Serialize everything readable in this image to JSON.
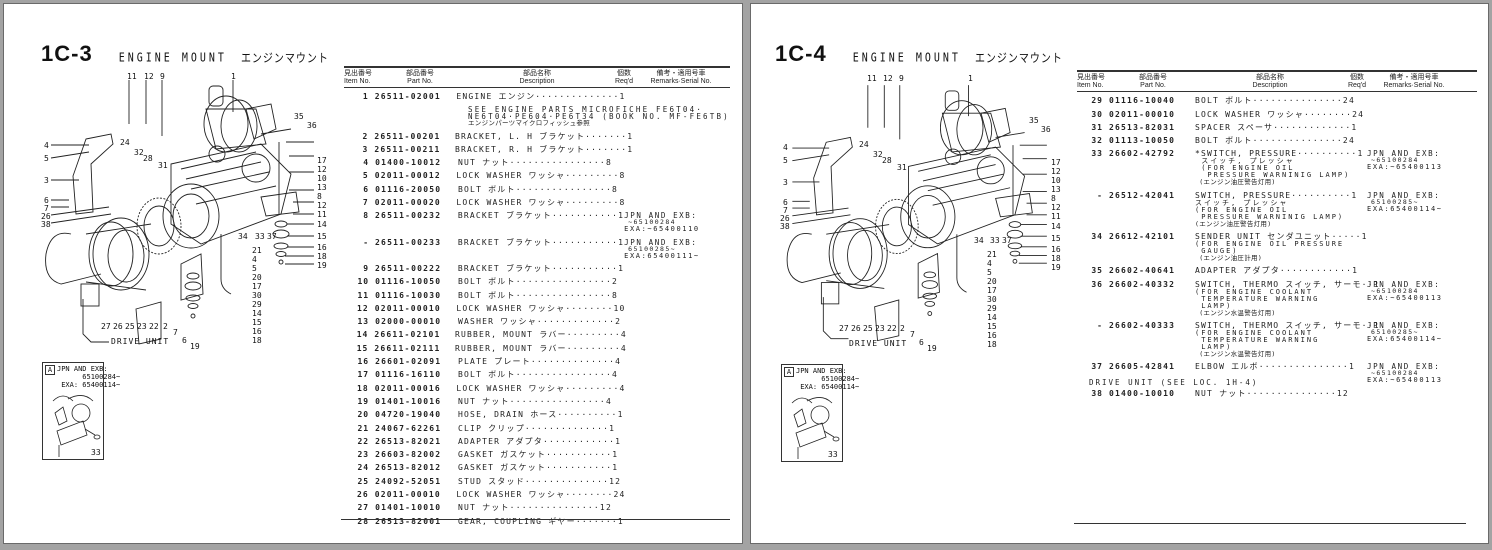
{
  "pages": {
    "left": {
      "section": "1C-3",
      "title": "ENGINE MOUNT",
      "title_jp": "エンジンマウント",
      "header": {
        "item_jp": "見出番号",
        "item": "Item No.",
        "part_jp": "部品番号",
        "part": "Part No.",
        "desc_jp": "部品名称",
        "desc": "Description",
        "req_jp": "個数",
        "req": "Req'd",
        "rem_jp": "備考・適用号車",
        "rem": "Remarks·Serial No."
      },
      "rows": [
        {
          "item": "1",
          "part": "26511-02001",
          "desc": "ENGINE エンジン··············1",
          "remarks": ""
        },
        {
          "item": "2",
          "part": "26511-00201",
          "desc": "BRACKET, L. H ブラケット·······1",
          "remarks": ""
        },
        {
          "item": "3",
          "part": "26511-00211",
          "desc": "BRACKET, R. H ブラケット·······1",
          "remarks": ""
        },
        {
          "item": "4",
          "part": "01400-10012",
          "desc": "NUT ナット················8",
          "remarks": ""
        },
        {
          "item": "5",
          "part": "02011-00012",
          "desc": "LOCK WASHER ワッシャ·········8",
          "remarks": ""
        },
        {
          "item": "6",
          "part": "01116-20050",
          "desc": "BOLT ボルト················8",
          "remarks": ""
        },
        {
          "item": "7",
          "part": "02011-00020",
          "desc": "LOCK WASHER ワッシャ·········8",
          "remarks": ""
        },
        {
          "item": "8",
          "part": "26511-00232",
          "desc": "BRACKET ブラケット···········1",
          "remarks": "JPN AND EXB:",
          "remarks2": "~65100284",
          "remarks3": "EXA:~65400110"
        },
        {
          "item": "-",
          "part": "26511-00233",
          "desc": "BRACKET ブラケット···········1",
          "remarks": "JPN AND EXB:",
          "remarks2": "65100285~",
          "remarks3": "EXA:65400111~"
        },
        {
          "item": "9",
          "part": "26511-00222",
          "desc": "BRACKET ブラケット···········1",
          "remarks": ""
        },
        {
          "item": "10",
          "part": "01116-10050",
          "desc": "BOLT ボルト················2",
          "remarks": ""
        },
        {
          "item": "11",
          "part": "01116-10030",
          "desc": "BOLT ボルト················8",
          "remarks": ""
        },
        {
          "item": "12",
          "part": "02011-00010",
          "desc": "LOCK WASHER ワッシャ········10",
          "remarks": ""
        },
        {
          "item": "13",
          "part": "02000-00010",
          "desc": "WASHER ワッシャ·············2",
          "remarks": ""
        },
        {
          "item": "14",
          "part": "26611-02101",
          "desc": "RUBBER, MOUNT ラバー·········4",
          "remarks": ""
        },
        {
          "item": "15",
          "part": "26611-02111",
          "desc": "RUBBER, MOUNT ラバー·········4",
          "remarks": ""
        },
        {
          "item": "16",
          "part": "26601-02091",
          "desc": "PLATE プレート··············4",
          "remarks": ""
        },
        {
          "item": "17",
          "part": "01116-16110",
          "desc": "BOLT ボルト················4",
          "remarks": ""
        },
        {
          "item": "18",
          "part": "02011-00016",
          "desc": "LOCK WASHER ワッシャ·········4",
          "remarks": ""
        },
        {
          "item": "19",
          "part": "01401-10016",
          "desc": "NUT ナット················4",
          "remarks": ""
        },
        {
          "item": "20",
          "part": "04720-19040",
          "desc": "HOSE, DRAIN ホース··········1",
          "remarks": ""
        },
        {
          "item": "21",
          "part": "24067-62261",
          "desc": "CLIP クリップ··············1",
          "remarks": ""
        },
        {
          "item": "22",
          "part": "26513-82021",
          "desc": "ADAPTER アダプタ············1",
          "remarks": ""
        },
        {
          "item": "23",
          "part": "26603-82002",
          "desc": "GASKET ガスケット···········1",
          "remarks": ""
        },
        {
          "item": "24",
          "part": "26513-82012",
          "desc": "GASKET ガスケット···········1",
          "remarks": ""
        },
        {
          "item": "25",
          "part": "24092-52051",
          "desc": "STUD スタッド··············12",
          "remarks": ""
        },
        {
          "item": "26",
          "part": "02011-00010",
          "desc": "LOCK WASHER ワッシャ········24",
          "remarks": ""
        },
        {
          "item": "27",
          "part": "01401-10010",
          "desc": "NUT ナット···············12",
          "remarks": ""
        },
        {
          "item": "28",
          "part": "26513-82001",
          "desc": "GEAR, COUPLING ギヤー·······1",
          "remarks": ""
        }
      ],
      "engine_note": {
        "line1": "SEE ENGINE PARTS MICROFICHE FE6T04·",
        "line2": "NE6T04·PE604·PE6T34 (BOOK NO. MF-FE6TB)",
        "line3": "エンジンパーツマイクロフィッシュ参照"
      },
      "diagram": {
        "callouts_top": [
          "11",
          "12",
          "9",
          "1"
        ],
        "callouts_left": [
          "4",
          "5",
          "3",
          "6",
          "7",
          "26",
          "38"
        ],
        "callouts_mid": [
          "24",
          "32",
          "28",
          "31"
        ],
        "callouts_right": [
          "35",
          "36",
          "17",
          "12",
          "10",
          "13",
          "8",
          "12",
          "11",
          "14",
          "15",
          "16",
          "18",
          "19"
        ],
        "callouts_center": [
          "34",
          "33",
          "37",
          "21",
          "4",
          "5",
          "20",
          "17",
          "30",
          "29",
          "14",
          "15",
          "16",
          "18",
          "19"
        ],
        "callouts_bottom": [
          "27",
          "26",
          "25",
          "23",
          "22",
          "2",
          "7",
          "6"
        ],
        "drive_unit_label": "DRIVE UNIT",
        "inset": {
          "tag": "A",
          "text": "JPN AND EXB:\n      65100284~\n EXA: 65400114~",
          "callout": "33"
        }
      }
    },
    "right": {
      "section": "1C-4",
      "title": "ENGINE MOUNT",
      "title_jp": "エンジンマウント",
      "header": {
        "item_jp": "見出番号",
        "item": "Item No.",
        "part_jp": "部品番号",
        "part": "Part No.",
        "desc_jp": "部品名称",
        "desc": "Description",
        "req_jp": "個数",
        "req": "Req'd",
        "rem_jp": "備考・適用号車",
        "rem": "Remarks·Serial No."
      },
      "rows": [
        {
          "item": "29",
          "part": "01116-10040",
          "desc": "BOLT ボルト···············24",
          "sub": "",
          "jp": "",
          "remarks": ""
        },
        {
          "item": "30",
          "part": "02011-00010",
          "desc": "LOCK WASHER ワッシャ········24",
          "sub": "",
          "jp": "",
          "remarks": ""
        },
        {
          "item": "31",
          "part": "26513-82031",
          "desc": "SPACER スペーサ·············1",
          "sub": "",
          "jp": "",
          "remarks": ""
        },
        {
          "item": "32",
          "part": "01113-10050",
          "desc": "BOLT ボルト···············24",
          "sub": "",
          "jp": "",
          "remarks": ""
        },
        {
          "item": "33",
          "part": "26602-42792",
          "desc": "*SWITCH, PRESSURE··········1",
          "sub": " スイッチ, プレッシャ\n (FOR ENGINE OIL\n  PRESSURE WARNINIG LAMP)",
          "jp": " (エンジン油圧警告灯用)",
          "remarks": "JPN AND EXB:",
          "remarks2": "~65100284",
          "remarks3": "EXA:~65400113"
        },
        {
          "item": "-",
          "part": "26512-42041",
          "desc": "SWITCH, PRESSURE··········1",
          "sub": "スイッチ, プレッシャ\n(FOR ENGINE OIL\n PRESSURE WARNINIG LAMP)",
          "jp": "(エンジン油圧警告灯用)",
          "remarks": "JPN AND EXB:",
          "remarks2": "65100285~",
          "remarks3": "EXA:65400114~"
        },
        {
          "item": "34",
          "part": "26612-42101",
          "desc": "SENDER UNIT センダユニット·····1",
          "sub": "(FOR ENGINE OIL PRESSURE\n GAUGE)",
          "jp": " (エンジン油圧計用)",
          "remarks": ""
        },
        {
          "item": "35",
          "part": "26602-40641",
          "desc": "ADAPTER アダプタ············1",
          "sub": "",
          "jp": "",
          "remarks": ""
        },
        {
          "item": "36",
          "part": "26602-40332",
          "desc": "SWITCH, THERMO スイッチ, サーモ··1",
          "sub": "(FOR ENGINE COOLANT\n TEMPERATURE WARNING\n LAMP)",
          "jp": " (エンジン水温警告灯用)",
          "remarks": "JPN AND EXB:",
          "remarks2": "~65100284",
          "remarks3": "EXA:~65400113"
        },
        {
          "item": "-",
          "part": "26602-40333",
          "desc": "SWITCH, THERMO スイッチ, サーモ··1",
          "sub": "(FOR ENGINE COOLANT\n TEMPERATURE WARNING\n LAMP)",
          "jp": " (エンジン水温警告灯用)",
          "remarks": "JPN AND EXB:",
          "remarks2": "65100285~",
          "remarks3": "EXA:65400114~"
        },
        {
          "item": "37",
          "part": "26605-42841",
          "desc": "ELBOW エルボ···············1",
          "sub": "",
          "jp": "",
          "remarks": "JPN AND EXB:",
          "remarks2": "~65100284",
          "remarks3": "EXA:~65400113"
        },
        {
          "item": "38",
          "part": "01400-10010",
          "desc": "NUT ナット···············12",
          "sub": "",
          "jp": "",
          "remarks": ""
        }
      ],
      "footnote": "DRIVE UNIT (SEE LOC. 1H-4)",
      "diagram": {
        "drive_unit_label": "DRIVE UNIT",
        "inset": {
          "tag": "A",
          "text": "JPN AND EXB:\n      65100284~\n EXA: 65400114~",
          "callout": "33"
        }
      }
    }
  }
}
